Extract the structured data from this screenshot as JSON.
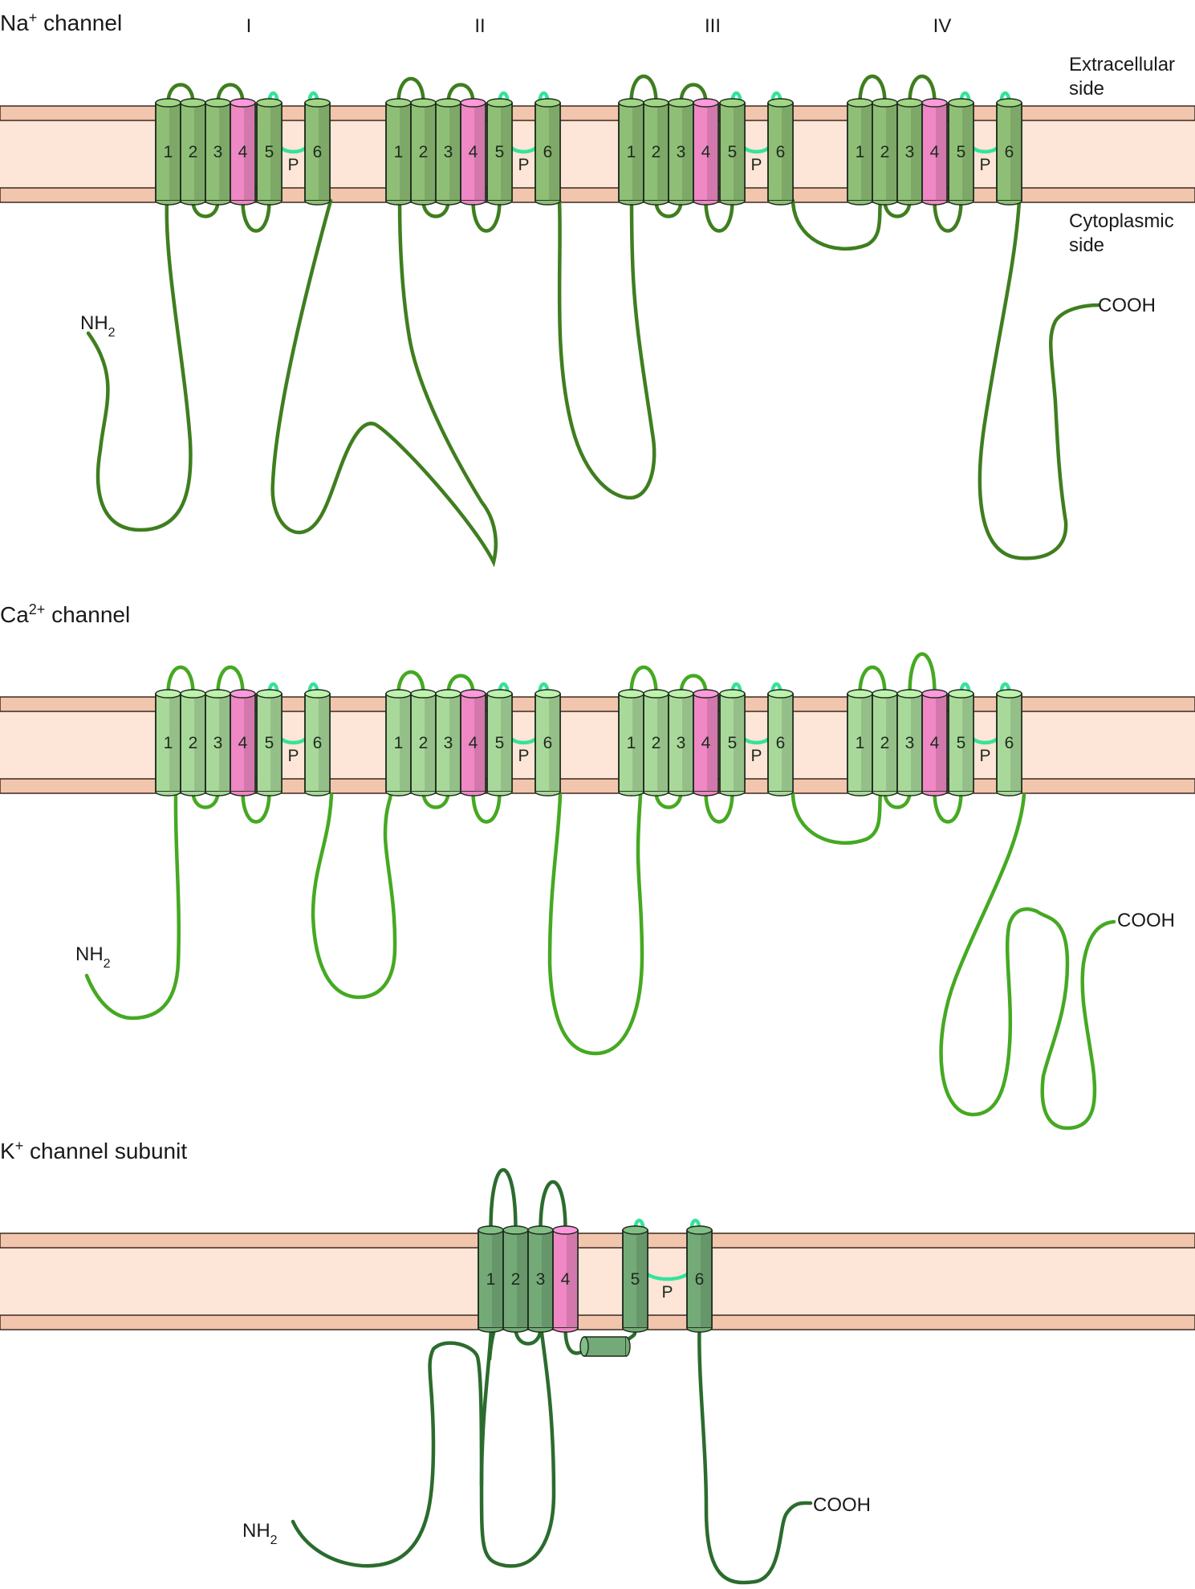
{
  "colors": {
    "membrane_band": "#f2c5ad",
    "membrane_core": "#fde5d7",
    "na_helix": "#8fbf76",
    "ca_helix": "#a9d99a",
    "k_helix": "#74aa77",
    "s4_helix": "#ef88c4",
    "pore_loop": "#34e39a",
    "na_chain": "#3f7e1f",
    "ca_chain": "#45a922",
    "k_chain": "#2b6c2e"
  },
  "na": {
    "title_prefix": "Na",
    "title_sup": "+",
    "title_suffix": " channel",
    "n_term": "NH",
    "n_term_sub": "2",
    "c_term": "COOH"
  },
  "ca": {
    "title_prefix": "Ca",
    "title_sup": "2+",
    "title_suffix": " channel",
    "n_term": "NH",
    "n_term_sub": "2",
    "c_term": "COOH"
  },
  "k": {
    "title_prefix": "K",
    "title_sup": "+",
    "title_suffix": " channel subunit",
    "n_term": "NH",
    "n_term_sub": "2",
    "c_term": "COOH"
  },
  "domains": [
    "I",
    "II",
    "III",
    "IV"
  ],
  "segments": [
    "1",
    "2",
    "3",
    "4",
    "5",
    "6"
  ],
  "pore_label": "P",
  "extracellular": [
    "Extracellular",
    "side"
  ],
  "cytoplasmic": [
    "Cytoplasmic",
    "side"
  ]
}
